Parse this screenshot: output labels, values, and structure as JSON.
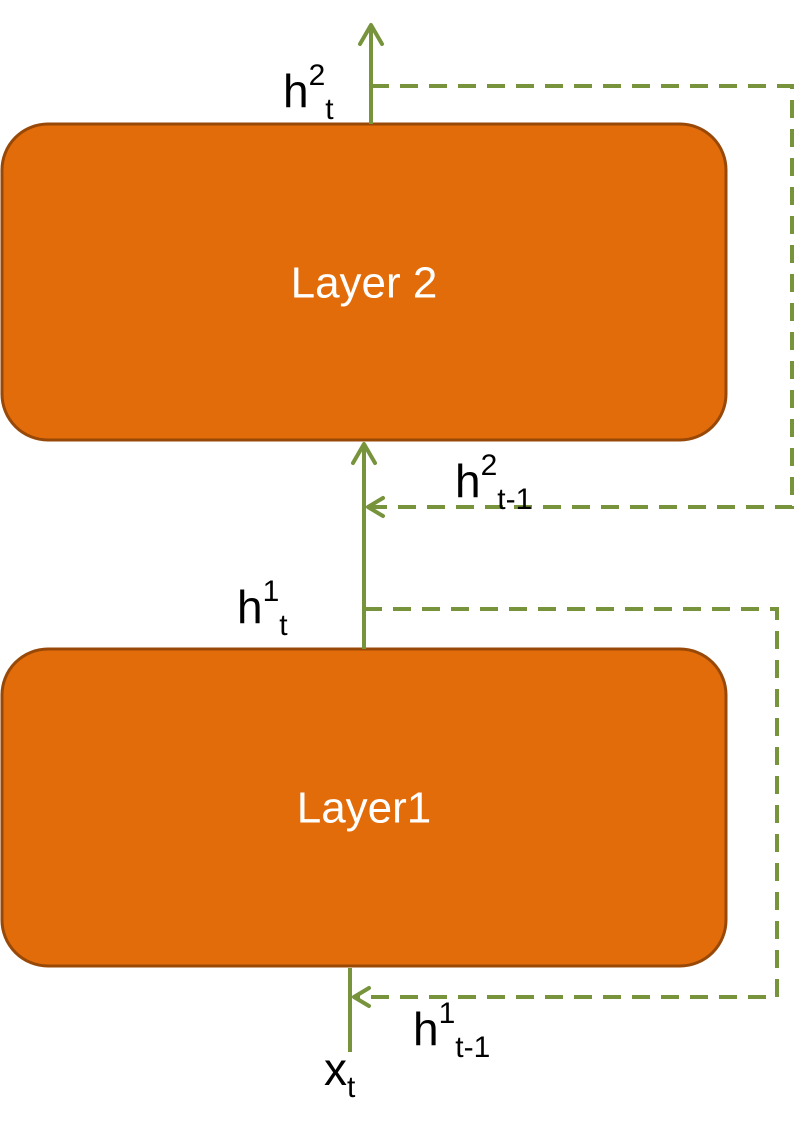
{
  "diagram": {
    "layers": {
      "layer2": "Layer 2",
      "layer1": "Layer1"
    },
    "labels": {
      "h2_t": {
        "base": "h",
        "sup": "2",
        "sub": "t"
      },
      "h2_prev": {
        "base": "h",
        "sup": "2",
        "sub": "t-1"
      },
      "h1_t": {
        "base": "h",
        "sup": "1",
        "sub": "t"
      },
      "h1_prev": {
        "base": "h",
        "sup": "1",
        "sub": "t-1"
      },
      "x_t": {
        "base": "x",
        "sub": "t"
      }
    },
    "colors": {
      "box_fill": "#E36C0A",
      "box_border": "#984807",
      "arrow": "#77933C",
      "box_text": "#FFFFFF",
      "label_text": "#000000"
    }
  }
}
